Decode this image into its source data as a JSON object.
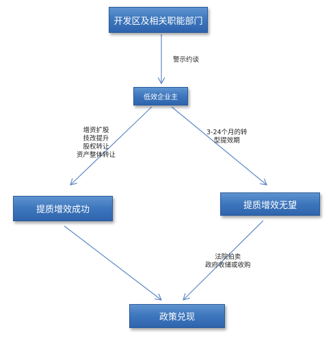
{
  "boxes": {
    "top": "开发区及相关职能部门",
    "middle": "低效企业主",
    "left": "提质增效成功",
    "right": "提质增效无望",
    "bottom": "政策兑现"
  },
  "edge_labels": {
    "top_to_middle": "警示约谈",
    "middle_to_left": [
      "增资扩股",
      "技改提升",
      "股权转让",
      "资产整体转让"
    ],
    "middle_to_right": [
      "3-24个月的转",
      "型提效期"
    ],
    "right_to_bottom": [
      "法院拍卖",
      "政府收储或收购"
    ]
  },
  "colors": {
    "box_fill": "#3f78be",
    "arrow": "#5b87c5",
    "text": "#ffffff"
  }
}
